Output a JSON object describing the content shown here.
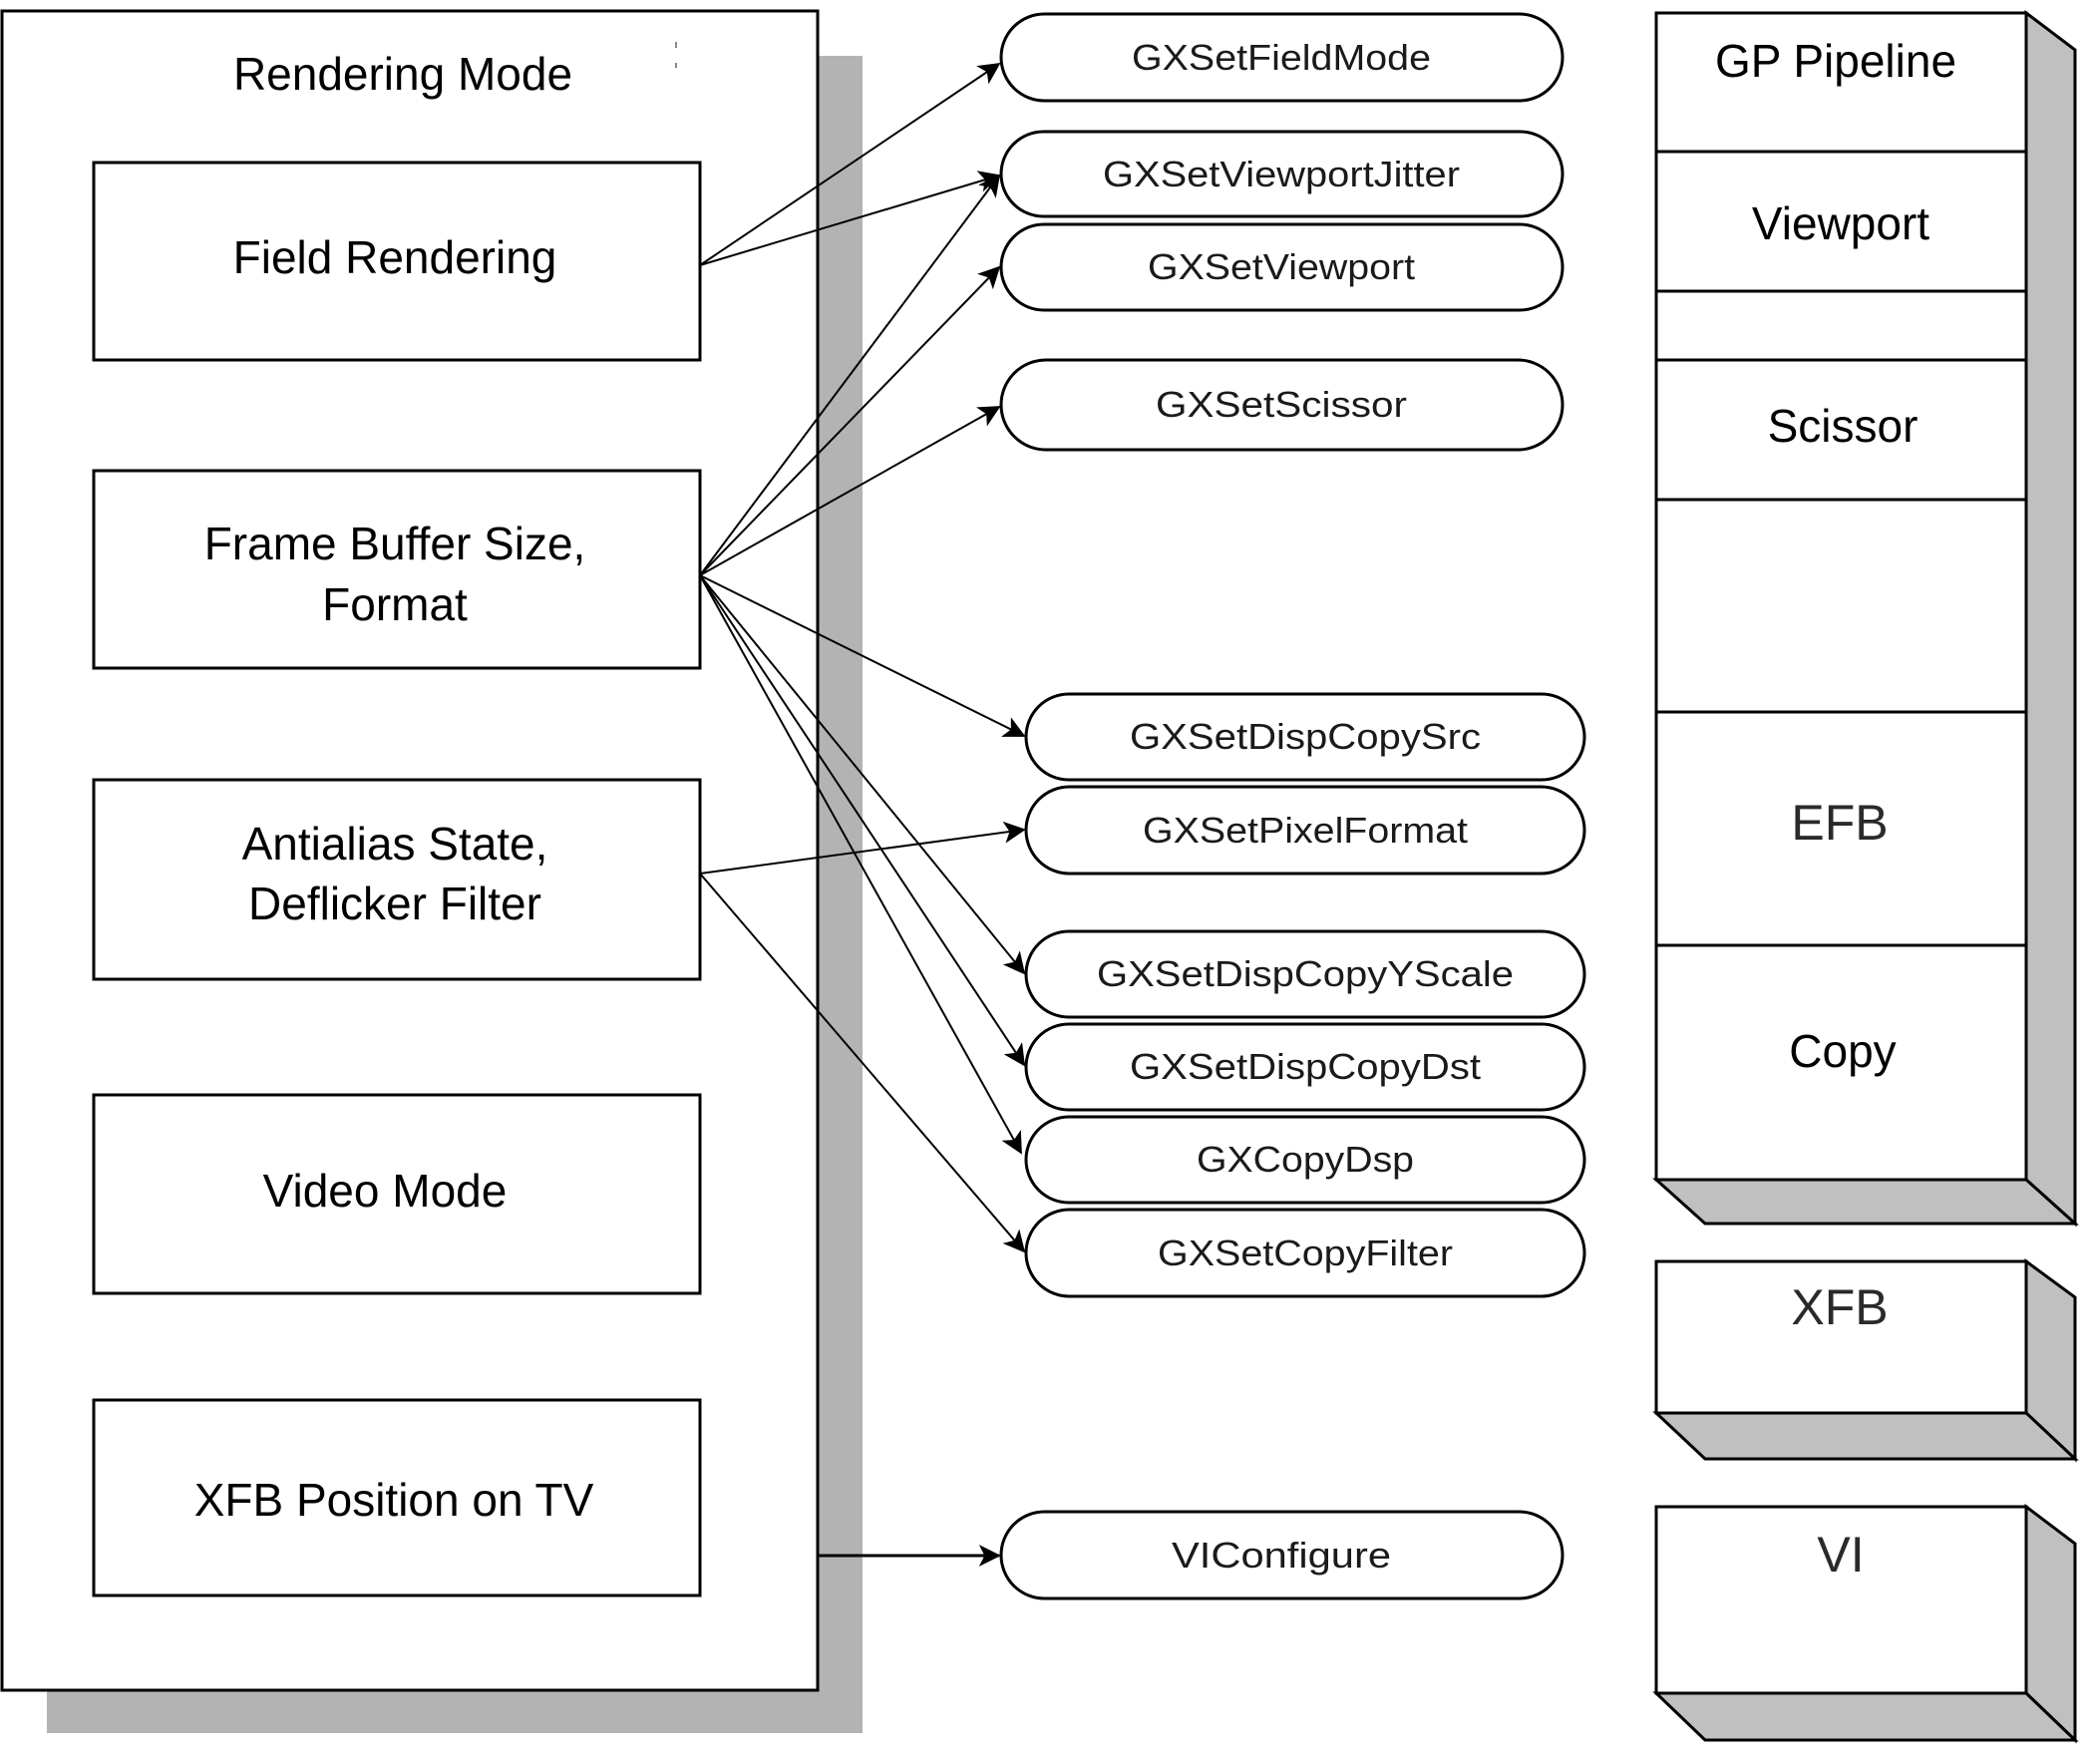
{
  "diagram": {
    "colors": {
      "line": "#000000",
      "shadow": "#b3b3b3",
      "depth_face": "#c0c0c0",
      "background": "#ffffff"
    },
    "rendering_mode_panel": {
      "title": "Rendering Mode",
      "boxes": [
        {
          "id": "field-rendering",
          "lines": [
            "Field Rendering"
          ]
        },
        {
          "id": "frame-buffer",
          "lines": [
            "Frame Buffer Size,",
            "Format"
          ]
        },
        {
          "id": "antialias",
          "lines": [
            "Antialias State,",
            "Deflicker Filter"
          ]
        },
        {
          "id": "video-mode",
          "lines": [
            "Video Mode"
          ]
        },
        {
          "id": "xfb-position",
          "lines": [
            "XFB Position on TV"
          ]
        }
      ]
    },
    "functions": [
      {
        "id": "GXSetFieldMode",
        "label": "GXSetFieldMode"
      },
      {
        "id": "GXSetViewportJitter",
        "label": "GXSetViewportJitter"
      },
      {
        "id": "GXSetViewport",
        "label": "GXSetViewport"
      },
      {
        "id": "GXSetScissor",
        "label": "GXSetScissor"
      },
      {
        "id": "GXSetDispCopySrc",
        "label": "GXSetDispCopySrc"
      },
      {
        "id": "GXSetPixelFormat",
        "label": "GXSetPixelFormat"
      },
      {
        "id": "GXSetDispCopyYScale",
        "label": "GXSetDispCopyYScale"
      },
      {
        "id": "GXSetDispCopyDst",
        "label": "GXSetDispCopyDst"
      },
      {
        "id": "GXCopyDsp",
        "label": "GXCopyDsp"
      },
      {
        "id": "GXSetCopyFilter",
        "label": "GXSetCopyFilter"
      },
      {
        "id": "VIConfigure",
        "label": "VIConfigure"
      }
    ],
    "connections": [
      {
        "from": "field-rendering",
        "to": "GXSetFieldMode"
      },
      {
        "from": "field-rendering",
        "to": "GXSetViewportJitter"
      },
      {
        "from": "frame-buffer",
        "to": "GXSetViewportJitter"
      },
      {
        "from": "frame-buffer",
        "to": "GXSetViewport"
      },
      {
        "from": "frame-buffer",
        "to": "GXSetScissor"
      },
      {
        "from": "frame-buffer",
        "to": "GXSetDispCopySrc"
      },
      {
        "from": "frame-buffer",
        "to": "GXSetDispCopyYScale"
      },
      {
        "from": "frame-buffer",
        "to": "GXSetDispCopyDst"
      },
      {
        "from": "frame-buffer",
        "to": "GXCopyDsp"
      },
      {
        "from": "antialias",
        "to": "GXSetPixelFormat"
      },
      {
        "from": "antialias",
        "to": "GXSetCopyFilter"
      },
      {
        "from": "rendering-mode-panel",
        "to": "VIConfigure"
      }
    ],
    "gp_pipeline_stack": {
      "title": "GP Pipeline",
      "sections": [
        "Viewport",
        "",
        "Scissor",
        "",
        "EFB",
        "Copy"
      ]
    },
    "xfb_block": {
      "label": "XFB"
    },
    "vi_block": {
      "label": "VI"
    }
  }
}
